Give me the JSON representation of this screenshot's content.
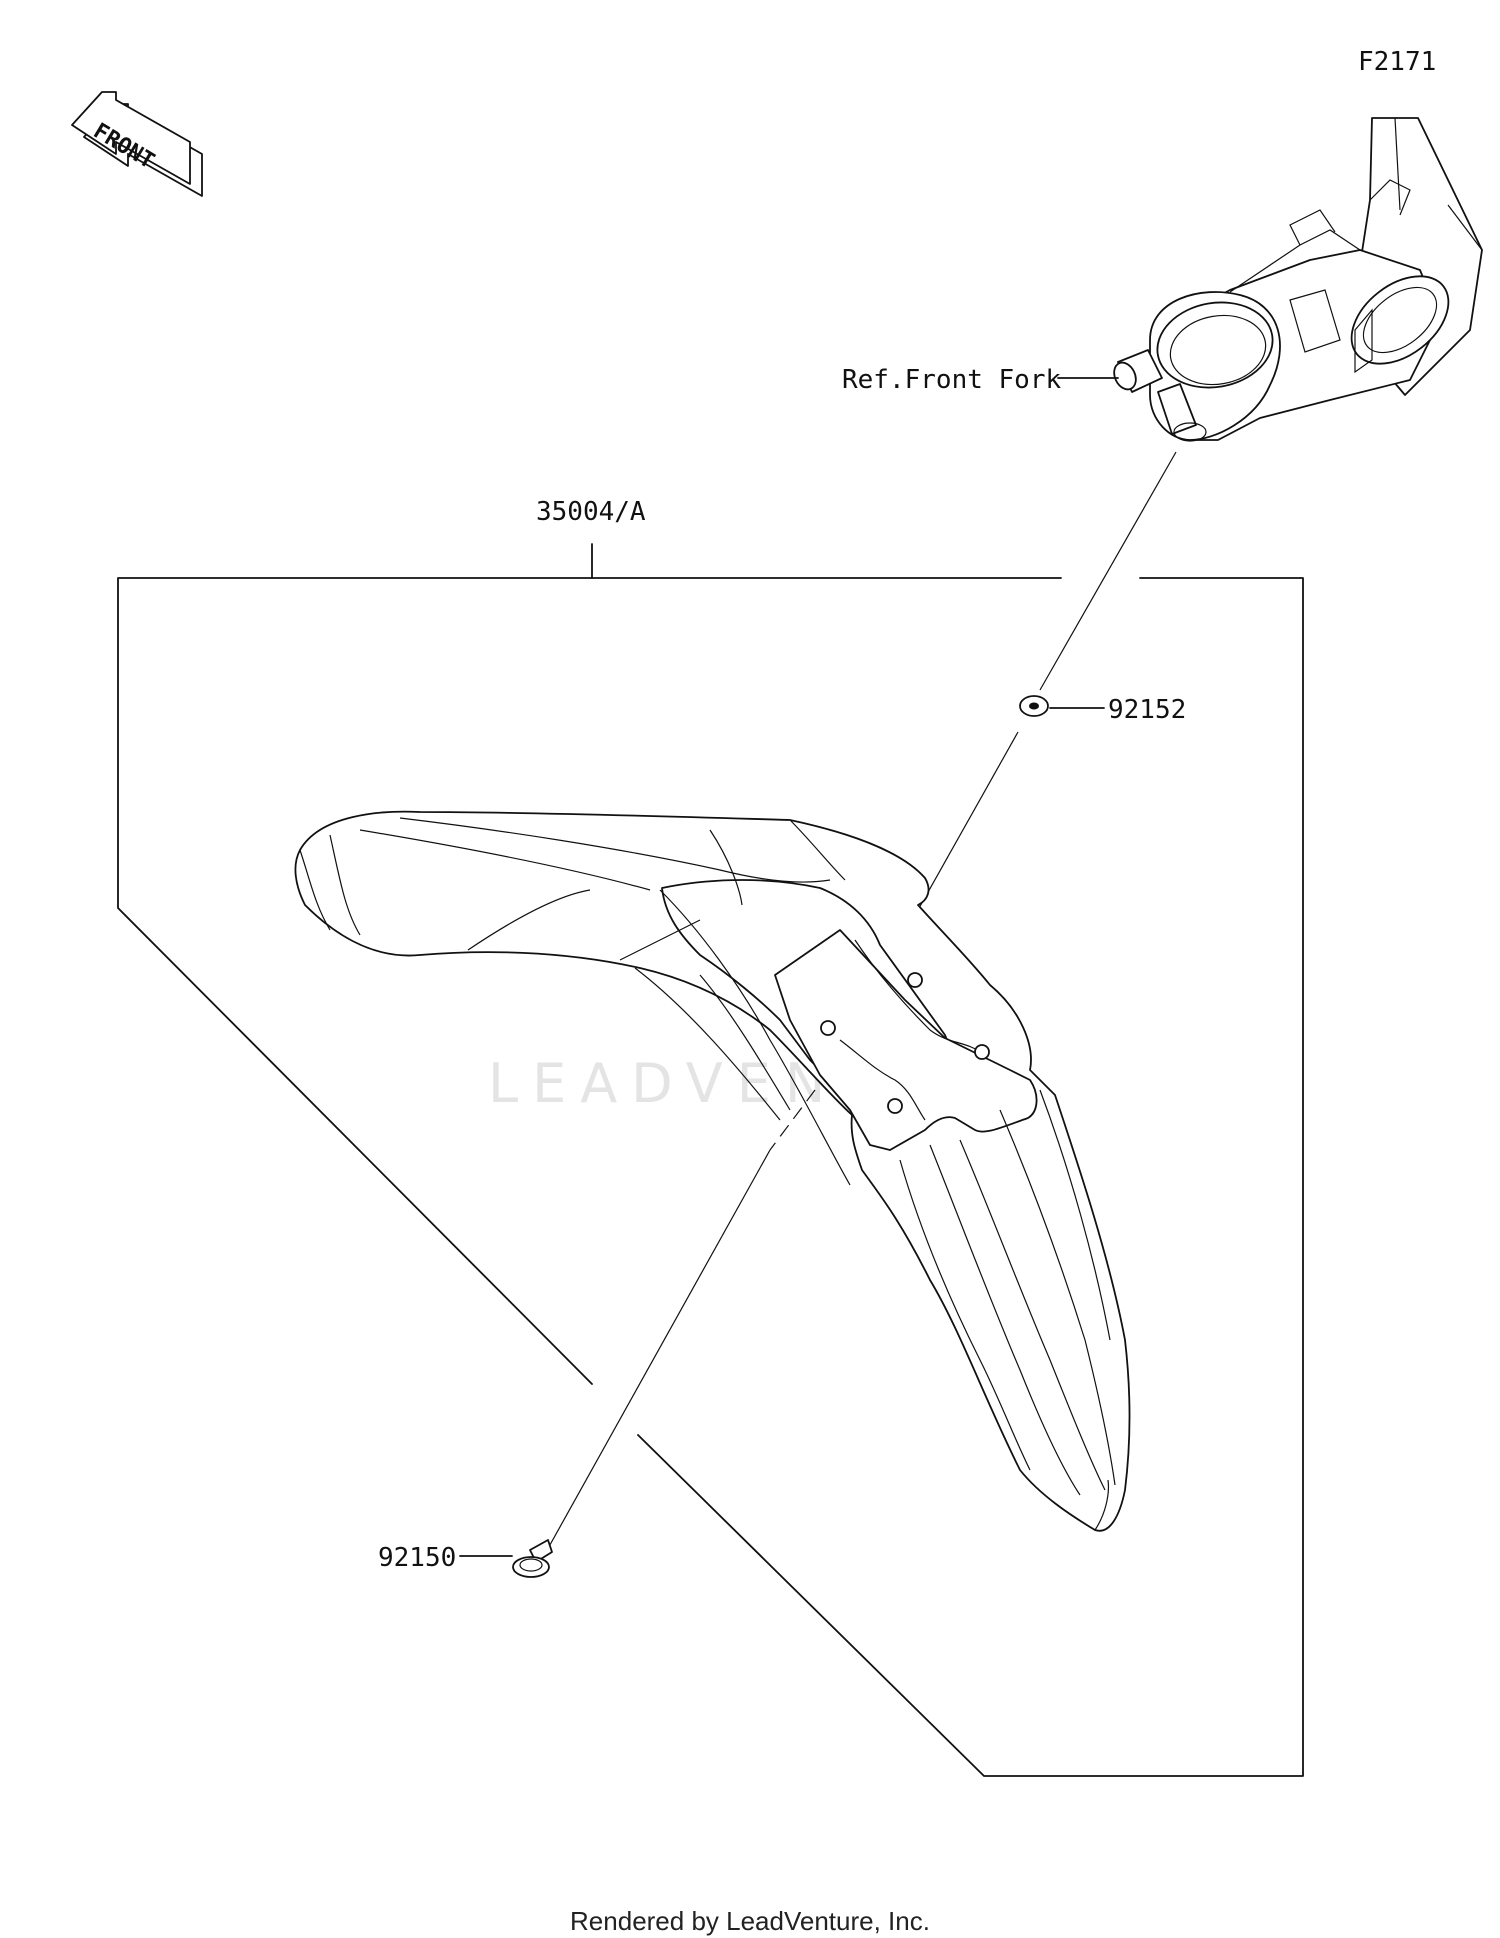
{
  "diagram_code": "F2171",
  "front_arrow_label": "FRONT",
  "watermark_text": "LEADVENTURE",
  "parts": {
    "fender_kit": "35004/A",
    "front_fork": "Ref.Front Fork",
    "washer": "92152",
    "bolt": "92150"
  },
  "footer": "Rendered by LeadVenture, Inc."
}
